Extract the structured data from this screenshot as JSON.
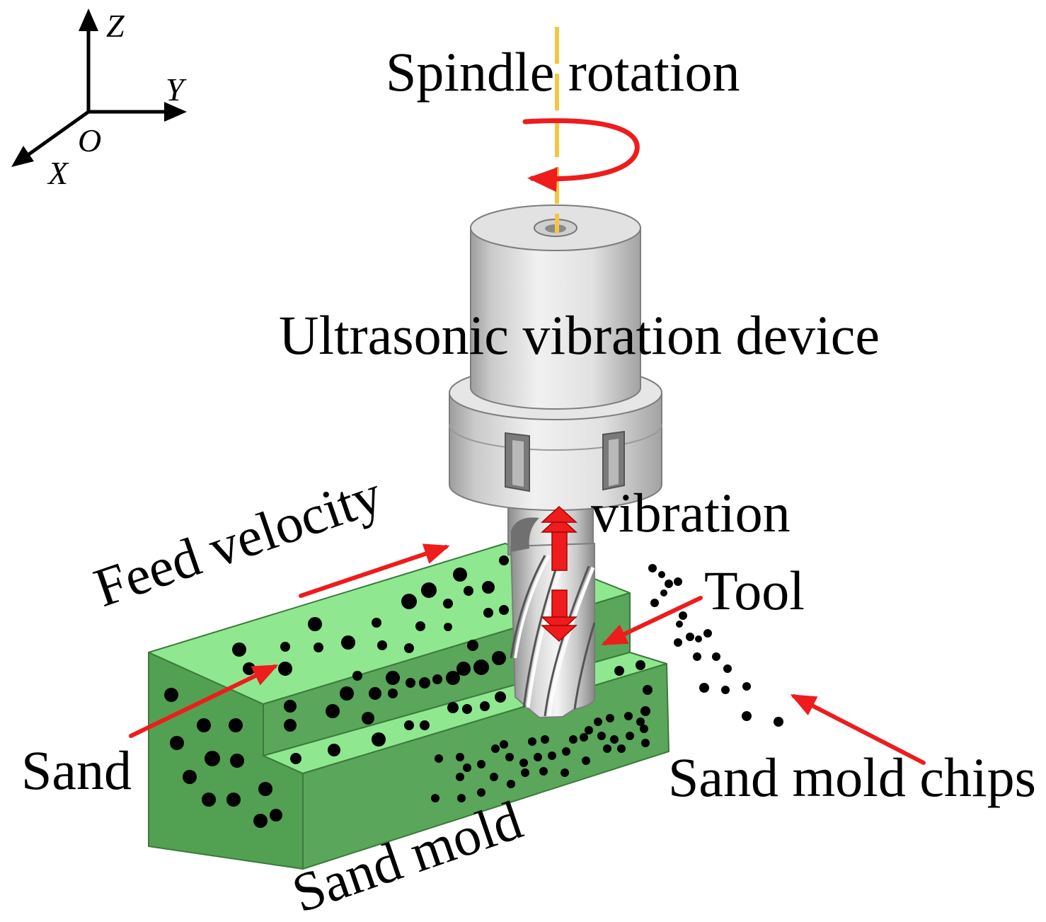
{
  "axes": {
    "z": "Z",
    "y": "Y",
    "x": "X",
    "origin": "O"
  },
  "labels": {
    "spindle_rotation": "Spindle rotation",
    "ultrasonic_device": "Ultrasonic vibration device",
    "vibration": "vibration",
    "tool": "Tool",
    "feed_velocity": "Feed velocity",
    "sand": "Sand",
    "sand_mold": "Sand mold",
    "sand_mold_chips": "Sand mold chips"
  },
  "colors": {
    "arrow_red": "#ee1c1c",
    "spindle_axis_yellow": "#f4c542",
    "mold_top_green": "#8fe88f",
    "mold_front_green": "#5aa65a",
    "mold_side_green": "#52a052",
    "particle_black": "#000000"
  }
}
